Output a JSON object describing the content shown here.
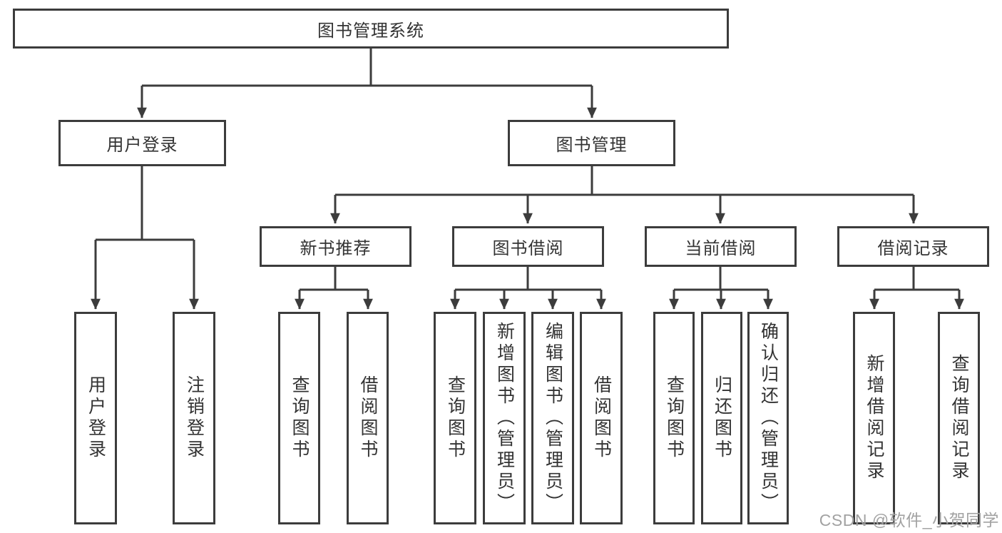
{
  "tree": {
    "root": {
      "label": "图书管理系统"
    },
    "level2": [
      {
        "label": "用户登录"
      },
      {
        "label": "图书管理"
      }
    ],
    "level3": [
      {
        "parent": "图书管理",
        "label": "新书推荐"
      },
      {
        "parent": "图书管理",
        "label": "图书借阅"
      },
      {
        "parent": "图书管理",
        "label": "当前借阅"
      },
      {
        "parent": "图书管理",
        "label": "借阅记录"
      }
    ],
    "leaves": [
      {
        "parent": "用户登录",
        "label": "用户登录"
      },
      {
        "parent": "用户登录",
        "label": "注销登录"
      },
      {
        "parent": "新书推荐",
        "label": "查询图书"
      },
      {
        "parent": "新书推荐",
        "label": "借阅图书"
      },
      {
        "parent": "图书借阅",
        "label": "查询图书"
      },
      {
        "parent": "图书借阅",
        "label": "新增图书（管理员）"
      },
      {
        "parent": "图书借阅",
        "label": "编辑图书（管理员）"
      },
      {
        "parent": "图书借阅",
        "label": "借阅图书"
      },
      {
        "parent": "当前借阅",
        "label": "查询图书"
      },
      {
        "parent": "当前借阅",
        "label": "归还图书"
      },
      {
        "parent": "当前借阅",
        "label": "确认归还（管理员）"
      },
      {
        "parent": "借阅记录",
        "label": "新增借阅记录"
      },
      {
        "parent": "借阅记录",
        "label": "查询借阅记录"
      }
    ],
    "watermark": "CSDN @软件_小贺同学",
    "colors": {
      "line": "#3c3c3c",
      "text": "#333333",
      "watermark": "#a2a2a2",
      "background": "#ffffff"
    }
  }
}
